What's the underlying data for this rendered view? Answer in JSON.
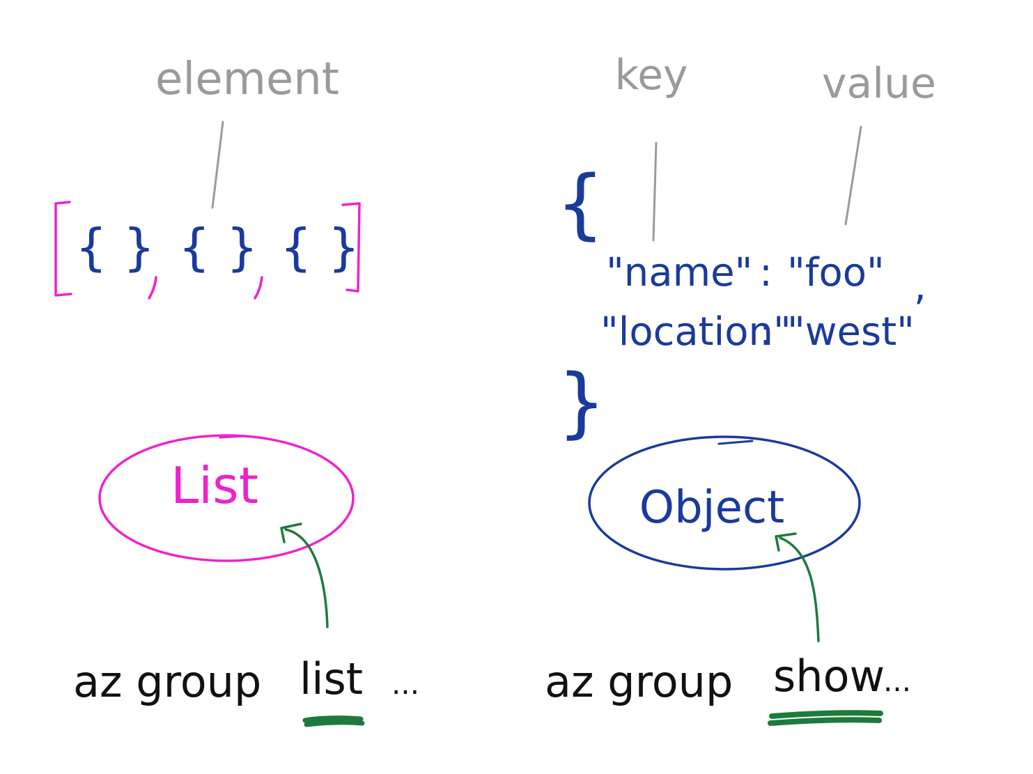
{
  "colors": {
    "label": "#9a9a9a",
    "list": "#ee22cc",
    "object": "#1a3a9c",
    "arrow": "#1e7a3c",
    "command": "#111111"
  },
  "labels": {
    "element": "element",
    "key": "key",
    "value": "value"
  },
  "list_side": {
    "syntax": "[{ }, { }, { }]",
    "concept": "List",
    "command_prefix": "az group",
    "command_verb": "list",
    "command_suffix": "..."
  },
  "object_side": {
    "open_brace": "{",
    "line1_key": "\"name\"",
    "line1_sep": ":",
    "line1_value": "\"foo\"",
    "line1_comma": ",",
    "line2_key": "\"location\"",
    "line2_sep": ":",
    "line2_value": "\"west\"",
    "close_brace": "}",
    "concept": "Object",
    "command_prefix": "az group",
    "command_verb": "show",
    "command_suffix": "..."
  }
}
